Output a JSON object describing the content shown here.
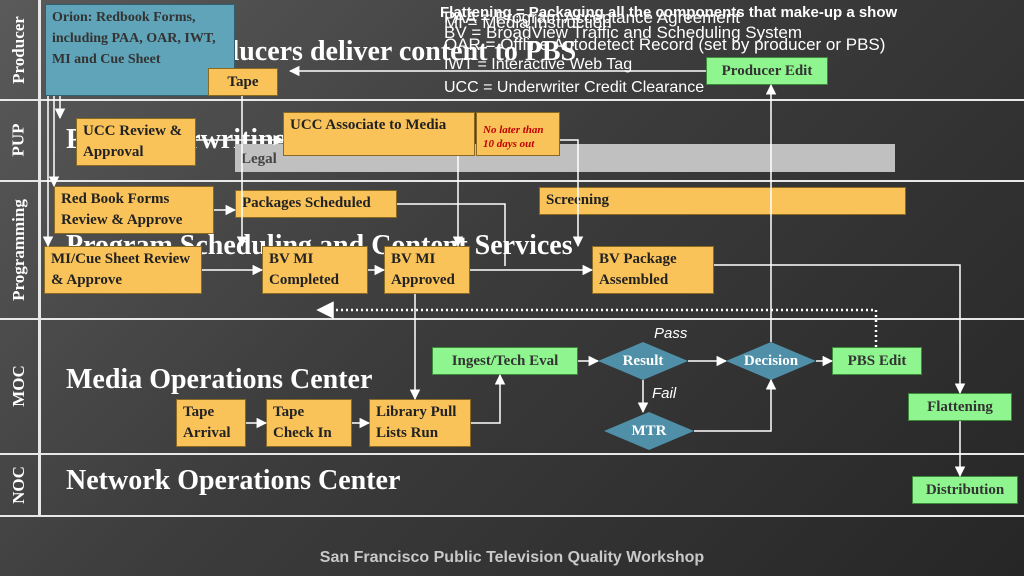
{
  "lanes": {
    "producer": {
      "label": "Producer",
      "title": "Over 200 producers deliver content to PBS"
    },
    "pup": {
      "label": "PUP",
      "title": "PBS Underwriting Policy"
    },
    "programming": {
      "label": "Programming",
      "title": "Program Scheduling and Content Services"
    },
    "moc": {
      "label": "MOC",
      "title": "Media Operations Center"
    },
    "noc": {
      "label": "NOC",
      "title": "Network Operations Center"
    }
  },
  "boxes": {
    "orion": "Orion: Redbook Forms, including PAA, OAR, IWT, MI and Cue Sheet",
    "tape": "Tape",
    "producer_edit": "Producer Edit",
    "ucc_review": "UCC  Review & Approval",
    "ucc_associate": "UCC Associate to Media",
    "legal": "Legal",
    "red_book": "Red Book Forms Review & Approve",
    "packages_scheduled": "Packages Scheduled",
    "screening": "Screening",
    "mi_cue": "MI/Cue Sheet Review & Approve",
    "bv_mi_completed": "BV MI Completed",
    "bv_mi_approved": "BV MI Approved",
    "bv_package": "BV Package Assembled",
    "ingest": "Ingest/Tech Eval",
    "result": "Result",
    "decision": "Decision",
    "pbs_edit": "PBS Edit",
    "flattening": "Flattening",
    "tape_arrival": "Tape Arrival",
    "tape_check_in": "Tape Check In",
    "library_pull": "Library Pull Lists Run",
    "mtr": "MTR",
    "distribution": "Distribution"
  },
  "note": "No later than 10 days out",
  "edge_labels": {
    "pass": "Pass",
    "fail": "Fail"
  },
  "legend": {
    "line1": "Flattening = Packaging all the components that make-up a show",
    "line2": "BV = BroadView Traffic and Scheduling System",
    "line3": "PAA = Program Acceptance Agreement",
    "line4": "OAR = Offline Autodetect Record (set by producer or PBS)",
    "line5": "MI = Media Instruction",
    "line6": "IWT = Interactive Web Tag",
    "line7": "UCC = Underwriter Credit Clearance"
  },
  "footer": "San Francisco Public Television Quality Workshop",
  "colors": {
    "process": "#f9c35a",
    "terminal": "#8ff58f",
    "decision": "#4f90a8",
    "external": "#5fa4b8",
    "legal": "#c0c0c0"
  }
}
